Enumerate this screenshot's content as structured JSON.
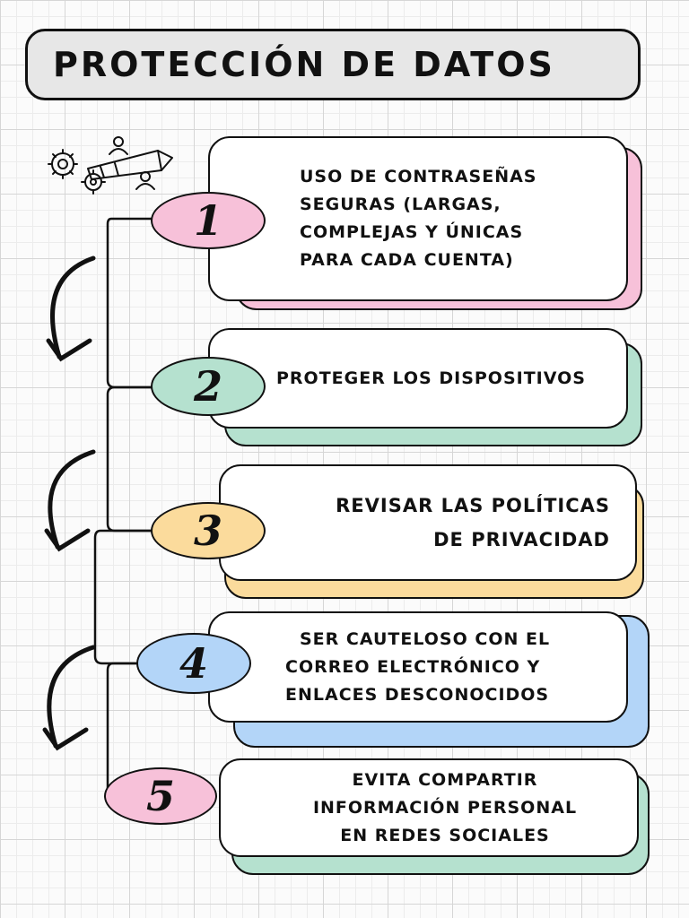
{
  "title": "PROTECCIÓN DE DATOS",
  "steps": [
    {
      "number": "1",
      "lines": [
        "USO DE CONTRASEÑAS",
        "SEGURAS (LARGAS,",
        "COMPLEJAS Y ÚNICAS",
        "PARA CADA CUENTA)"
      ],
      "color": "#f7c1d9"
    },
    {
      "number": "2",
      "lines": [
        "PROTEGER LOS DISPOSITIVOS"
      ],
      "color": "#b5e1cf"
    },
    {
      "number": "3",
      "lines": [
        "REVISAR LAS POLÍTICAS",
        "DE PRIVACIDAD"
      ],
      "color": "#fbdb9c"
    },
    {
      "number": "4",
      "lines": [
        "SER CAUTELOSO CON EL",
        "CORREO ELECTRÓNICO Y",
        "ENLACES DESCONOCIDOS"
      ],
      "color": "#b3d5f8"
    },
    {
      "number": "5",
      "lines": [
        "EVITA COMPARTIR",
        "INFORMACIÓN PERSONAL",
        "EN REDES SOCIALES"
      ],
      "color": "#f7c1d9"
    }
  ],
  "icons": {
    "header_doodle": "gears-pencil-people-icon",
    "flow_arrow": "curved-arrow-down-icon"
  }
}
